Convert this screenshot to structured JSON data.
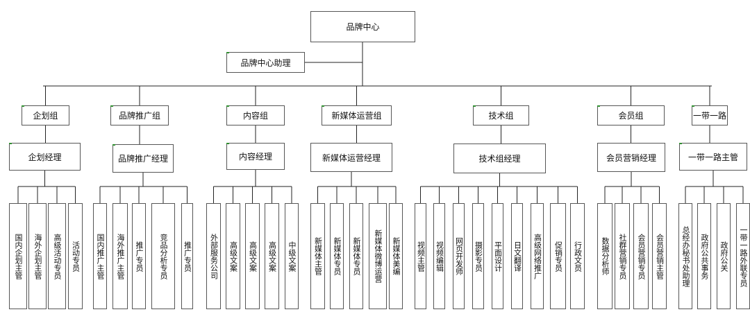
{
  "root": {
    "label": "品牌中心"
  },
  "assistant": {
    "label": "品牌中心助理"
  },
  "groups": [
    {
      "label": "企划组",
      "manager": "企划经理",
      "staff": [
        "国内企划主管",
        "海外企划主管",
        "高级活动专员",
        "活动专员"
      ]
    },
    {
      "label": "品牌推广组",
      "manager": "品牌推广经理",
      "staff": [
        "国内推广主管",
        "海外推广主管",
        "推广专员",
        "竞品分析专员",
        "推广专员"
      ]
    },
    {
      "label": "内容组",
      "manager": "内容经理",
      "staff": [
        "外部服务公司",
        "高级文案",
        "高级文案",
        "高级文案",
        "中级文案"
      ]
    },
    {
      "label": "新媒体运营组",
      "manager": "新媒体运营经理",
      "staff": [
        "新媒体主管",
        "新媒体专员",
        "新媒体专员",
        "新媒体微博运营",
        "新媒体美编"
      ]
    },
    {
      "label": "技术组",
      "manager": "技术组经理",
      "staff": [
        "视频主管",
        "视频编辑",
        "网页开发师",
        "摄影专员",
        "平面设计",
        "日文翻译",
        "高级网络推广",
        "促销专员",
        "行政文员"
      ]
    },
    {
      "label": "会员组",
      "manager": "会员营销经理",
      "staff": [
        "数据分析师",
        "社群营销专员",
        "会员营销专员",
        "会员营销主管"
      ]
    },
    {
      "label": "一带一路",
      "manager": "一带一路主管",
      "staff": [
        "总经办秘书处助理",
        "政府公共事务",
        "政府公关",
        "一带一路外联专员"
      ]
    }
  ]
}
